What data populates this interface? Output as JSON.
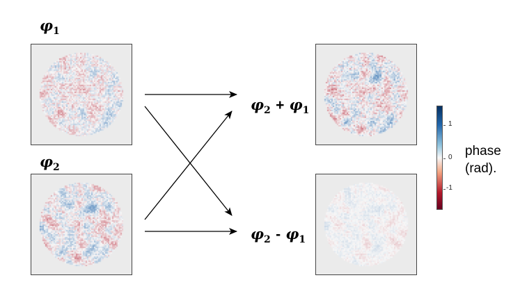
{
  "panels": [
    {
      "label_symbol": "φ",
      "label_sub": "1"
    },
    {
      "label_symbol": "φ",
      "label_sub": "2"
    }
  ],
  "results": [
    {
      "sym_a": "φ",
      "sub_a": "2",
      "operator": "+",
      "sym_b": "φ",
      "sub_b": "1"
    },
    {
      "sym_a": "φ",
      "sub_a": "2",
      "operator": "-",
      "sym_b": "φ",
      "sub_b": "1"
    }
  ],
  "colorbar": {
    "ticks": [
      "1",
      "0",
      "-1"
    ],
    "title_line1": "phase",
    "title_line2": "(rad).",
    "colors": {
      "high": "#053061",
      "mid": "#f7f7f7",
      "low": "#67001f"
    }
  }
}
